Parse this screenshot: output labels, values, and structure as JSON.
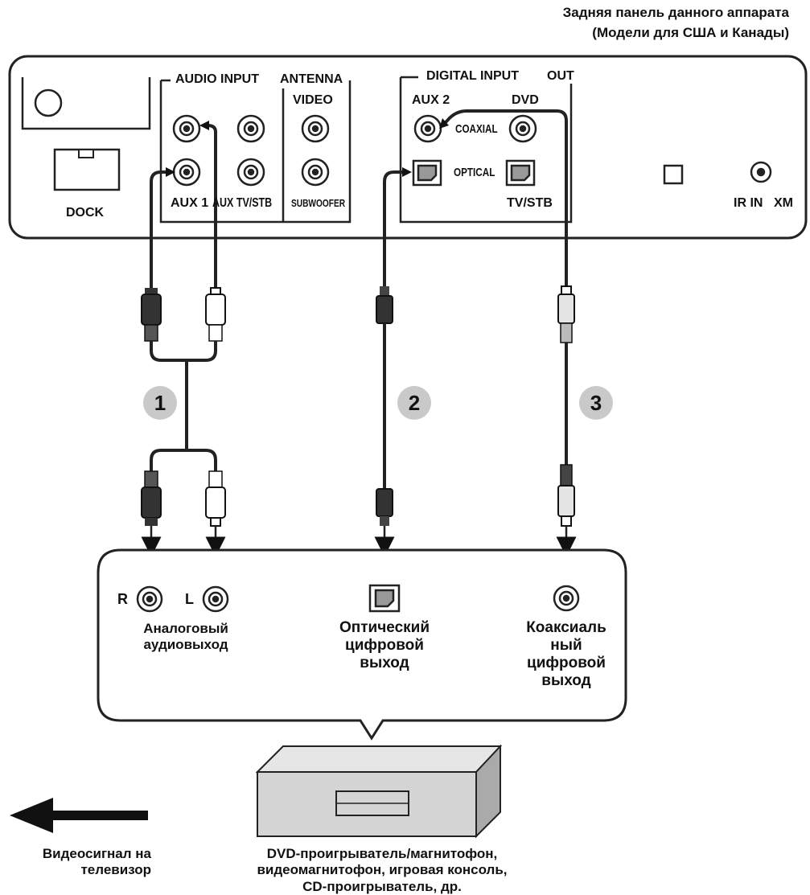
{
  "header": {
    "line1": "Задняя панель данного аппарата",
    "line2": "(Модели для США и Канады)"
  },
  "panel": {
    "dock_label": "DOCK",
    "audio_input_label": "AUDIO INPUT",
    "antenna_label": "ANTENNA",
    "video_label": "VIDEO",
    "aux1_label": "AUX 1",
    "tvstb_label_audio": "AUX TV/STB",
    "subwoofer_label": "SUBWOOFER",
    "digital_input_label": "DIGITAL INPUT",
    "out_label": "OUT",
    "aux2_label": "AUX 2",
    "dvd_label": "DVD",
    "coaxial_label": "COAXIAL",
    "optical_label": "OPTICAL",
    "tvstb_label_digital": "TV/STB",
    "ir_in_label": "IR IN",
    "xm_label": "XM"
  },
  "cables": [
    {
      "number": "1"
    },
    {
      "number": "2"
    },
    {
      "number": "3"
    }
  ],
  "device_box": {
    "r_label": "R",
    "l_label": "L",
    "analog_line1": "Аналоговый",
    "analog_line2": "аудиовыход",
    "optical_line1": "Оптический",
    "optical_line2": "цифровой",
    "optical_line3": "выход",
    "coax_line1": "Коаксиаль",
    "coax_line2": "ный",
    "coax_line3": "цифровой",
    "coax_line4": "выход"
  },
  "video_arrow": {
    "line1": "Видеосигнал на",
    "line2": "телевизор"
  },
  "device_caption": {
    "line1": "DVD-проигрыватель/магнитофон,",
    "line2": "видеомагнитофон, игровая консоль,",
    "line3": "CD-проигрыватель, др."
  }
}
